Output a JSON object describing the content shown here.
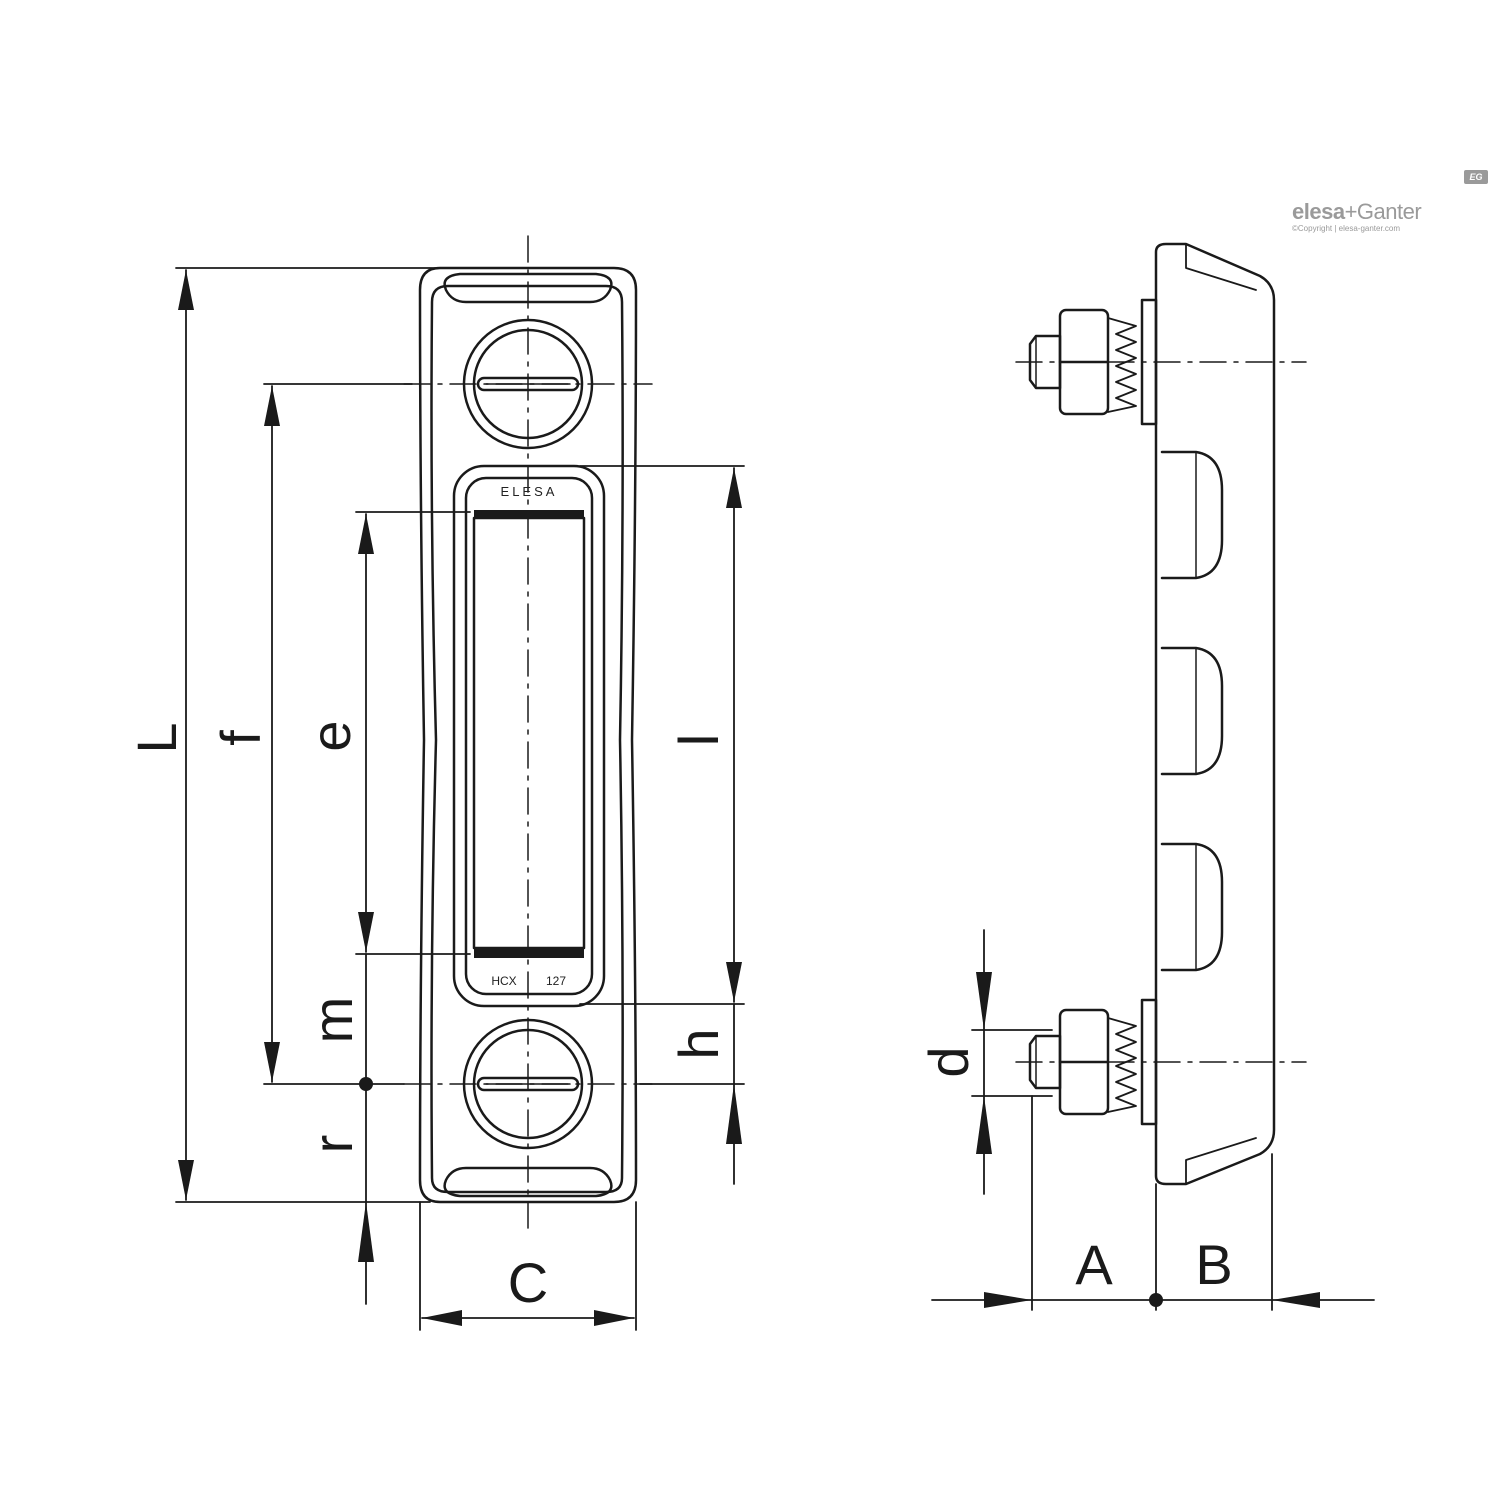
{
  "front_view": {
    "window_brand": "ELESA",
    "window_model": "HCX",
    "window_size": "127"
  },
  "dimensions": {
    "L": "L",
    "f": "f",
    "e": "e",
    "l": "l",
    "m": "m",
    "h": "h",
    "r": "r",
    "C": "C",
    "d": "d",
    "A": "A",
    "B": "B"
  },
  "watermark": {
    "brand_elesa": "elesa",
    "brand_plus": "+",
    "brand_ganter": "Ganter",
    "copyright": "©Copyright | elesa-ganter.com",
    "badge": "EG"
  },
  "colors": {
    "line": "#1a1a1a",
    "watermark": "#9a9a9a"
  }
}
